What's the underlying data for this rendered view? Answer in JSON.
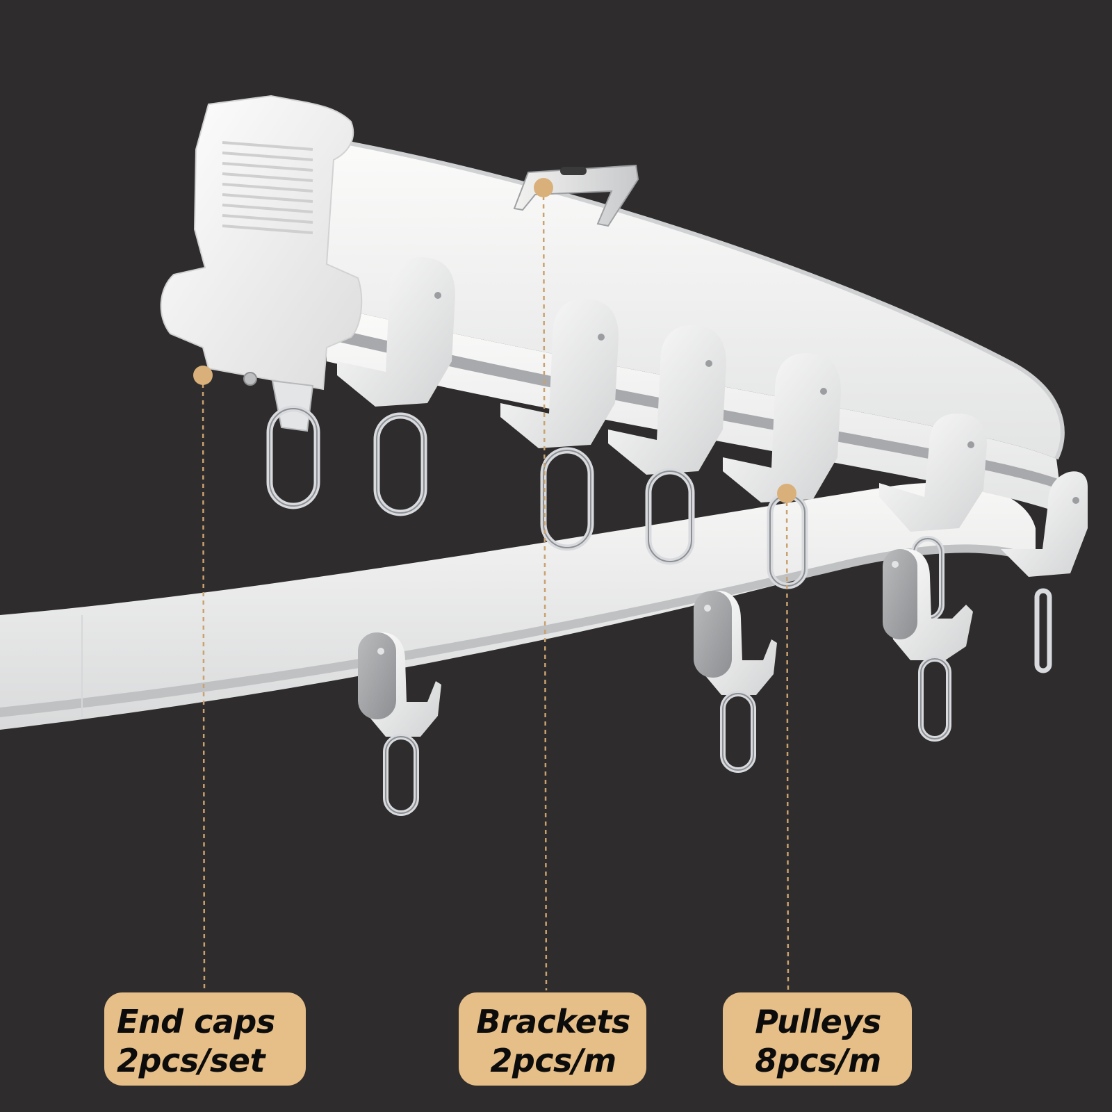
{
  "colors": {
    "background": "#2e2c2d",
    "label_fill": "#e5be88",
    "label_text": "#0d0c0c",
    "marker": "#d9b07a",
    "leader_line": "#c9a26f",
    "track": "#f2f2f0",
    "track_edge": "#c9cbcd",
    "ring": "#d8dadd"
  },
  "icons": {
    "end_cap": "end-cap-icon",
    "bracket": "bracket-icon",
    "pulley": "pulley-icon",
    "ring": "ring-icon"
  },
  "callouts": [
    {
      "id": "end-caps",
      "line1": "End caps",
      "line2": "2pcs/set"
    },
    {
      "id": "brackets",
      "line1": "Brackets",
      "line2": "2pcs/m"
    },
    {
      "id": "pulleys",
      "line1": "Pulleys",
      "line2": "8pcs/m"
    }
  ]
}
